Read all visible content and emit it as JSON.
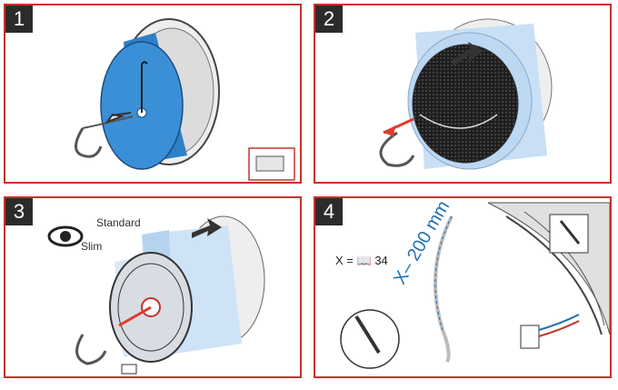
{
  "steps": [
    {
      "number": "1"
    },
    {
      "number": "2"
    },
    {
      "number": "3",
      "labels": {
        "standard": "Standard",
        "slim": "Slim"
      }
    },
    {
      "number": "4",
      "reference": {
        "prefix": "X =",
        "page": "34"
      },
      "measurement": "X– 200 mm"
    }
  ],
  "colors": {
    "frame": "#c9302c",
    "badge": "#2b2b2b",
    "filter": "#3b8fd6",
    "measure": "#1f6fb5",
    "arrow": "#e03a2f"
  },
  "icons": [
    "hand-icon",
    "arrow-icon",
    "eye-icon",
    "book-icon",
    "wire-cutter-icon",
    "connector-icon"
  ]
}
